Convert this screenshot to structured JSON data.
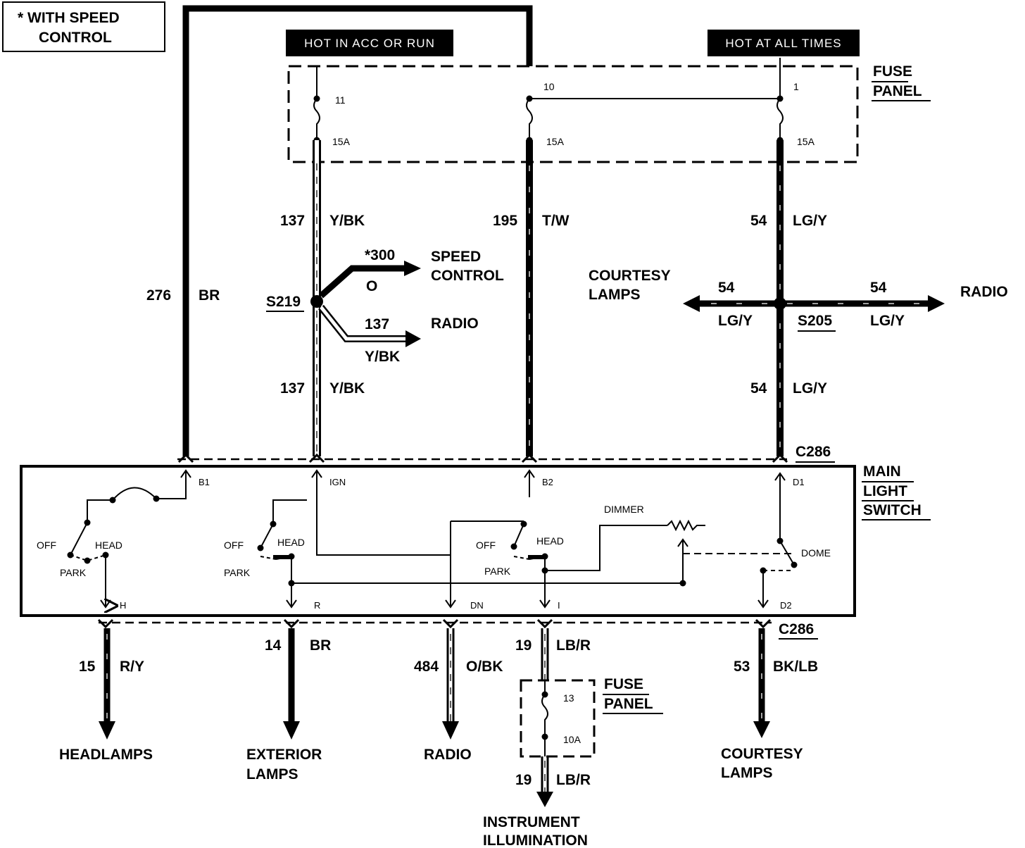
{
  "legend": {
    "line1": "*   WITH SPEED",
    "line2": "CONTROL"
  },
  "power_labels": {
    "acc_run": "HOT IN ACC OR RUN",
    "all_times": "HOT AT ALL TIMES"
  },
  "fuse_panel_top": {
    "line1": "FUSE",
    "line2": "PANEL"
  },
  "fuse_panel_bottom": {
    "line1": "FUSE",
    "line2": "PANEL"
  },
  "fuses": {
    "f11": "11",
    "f11_rating": "15A",
    "f10": "10",
    "f10_rating": "15A",
    "f1": "1",
    "f1_rating": "15A",
    "f13": "13",
    "f13_rating": "10A"
  },
  "wires": {
    "w276": "276",
    "w276_color": "BR",
    "w137a": "137",
    "w137a_color": "Y/BK",
    "w137b": "137",
    "w137b_color": "Y/BK",
    "w137c": "137",
    "w137c_color": "Y/BK",
    "w300": "*300",
    "w300_color": "O",
    "w195": "195",
    "w195_color": "T/W",
    "w54a": "54",
    "w54a_color": "LG/Y",
    "w54b": "54",
    "w54b_color": "LG/Y",
    "w54c": "54",
    "w54c_color": "LG/Y",
    "w54d": "54",
    "w54d_color": "LG/Y",
    "w15": "15",
    "w15_color": "R/Y",
    "w14": "14",
    "w14_color": "BR",
    "w484": "484",
    "w484_color": "O/BK",
    "w19a": "19",
    "w19a_color": "LB/R",
    "w19b": "19",
    "w19b_color": "LB/R",
    "w53": "53",
    "w53_color": "BK/LB"
  },
  "splices": {
    "s219": "S219",
    "s205": "S205"
  },
  "connectors": {
    "c286_top": "C286",
    "c286_bottom": "C286"
  },
  "destinations": {
    "speed_control_1": "SPEED",
    "speed_control_2": "CONTROL",
    "radio_mid": "RADIO",
    "courtesy_top_1": "COURTESY",
    "courtesy_top_2": "LAMPS",
    "radio_right": "RADIO",
    "headlamps": "HEADLAMPS",
    "exterior_1": "EXTERIOR",
    "exterior_2": "LAMPS",
    "radio_bottom": "RADIO",
    "instrument_1": "INSTRUMENT",
    "instrument_2": "ILLUMINATION",
    "courtesy_bottom_1": "COURTESY",
    "courtesy_bottom_2": "LAMPS"
  },
  "switch": {
    "title_1": "MAIN",
    "title_2": "LIGHT",
    "title_3": "SWITCH",
    "pin_b1": "B1",
    "pin_ign": "IGN",
    "pin_b2": "B2",
    "pin_d1": "D1",
    "pin_h": "H",
    "pin_r": "R",
    "pin_dn": "DN",
    "pin_i": "I",
    "pin_d2": "D2",
    "off_1": "OFF",
    "head_1": "HEAD",
    "park_1": "PARK",
    "off_2": "OFF",
    "head_2": "HEAD",
    "park_2": "PARK",
    "off_3": "OFF",
    "head_3": "HEAD",
    "park_3": "PARK",
    "dimmer": "DIMMER",
    "dome": "DOME"
  }
}
